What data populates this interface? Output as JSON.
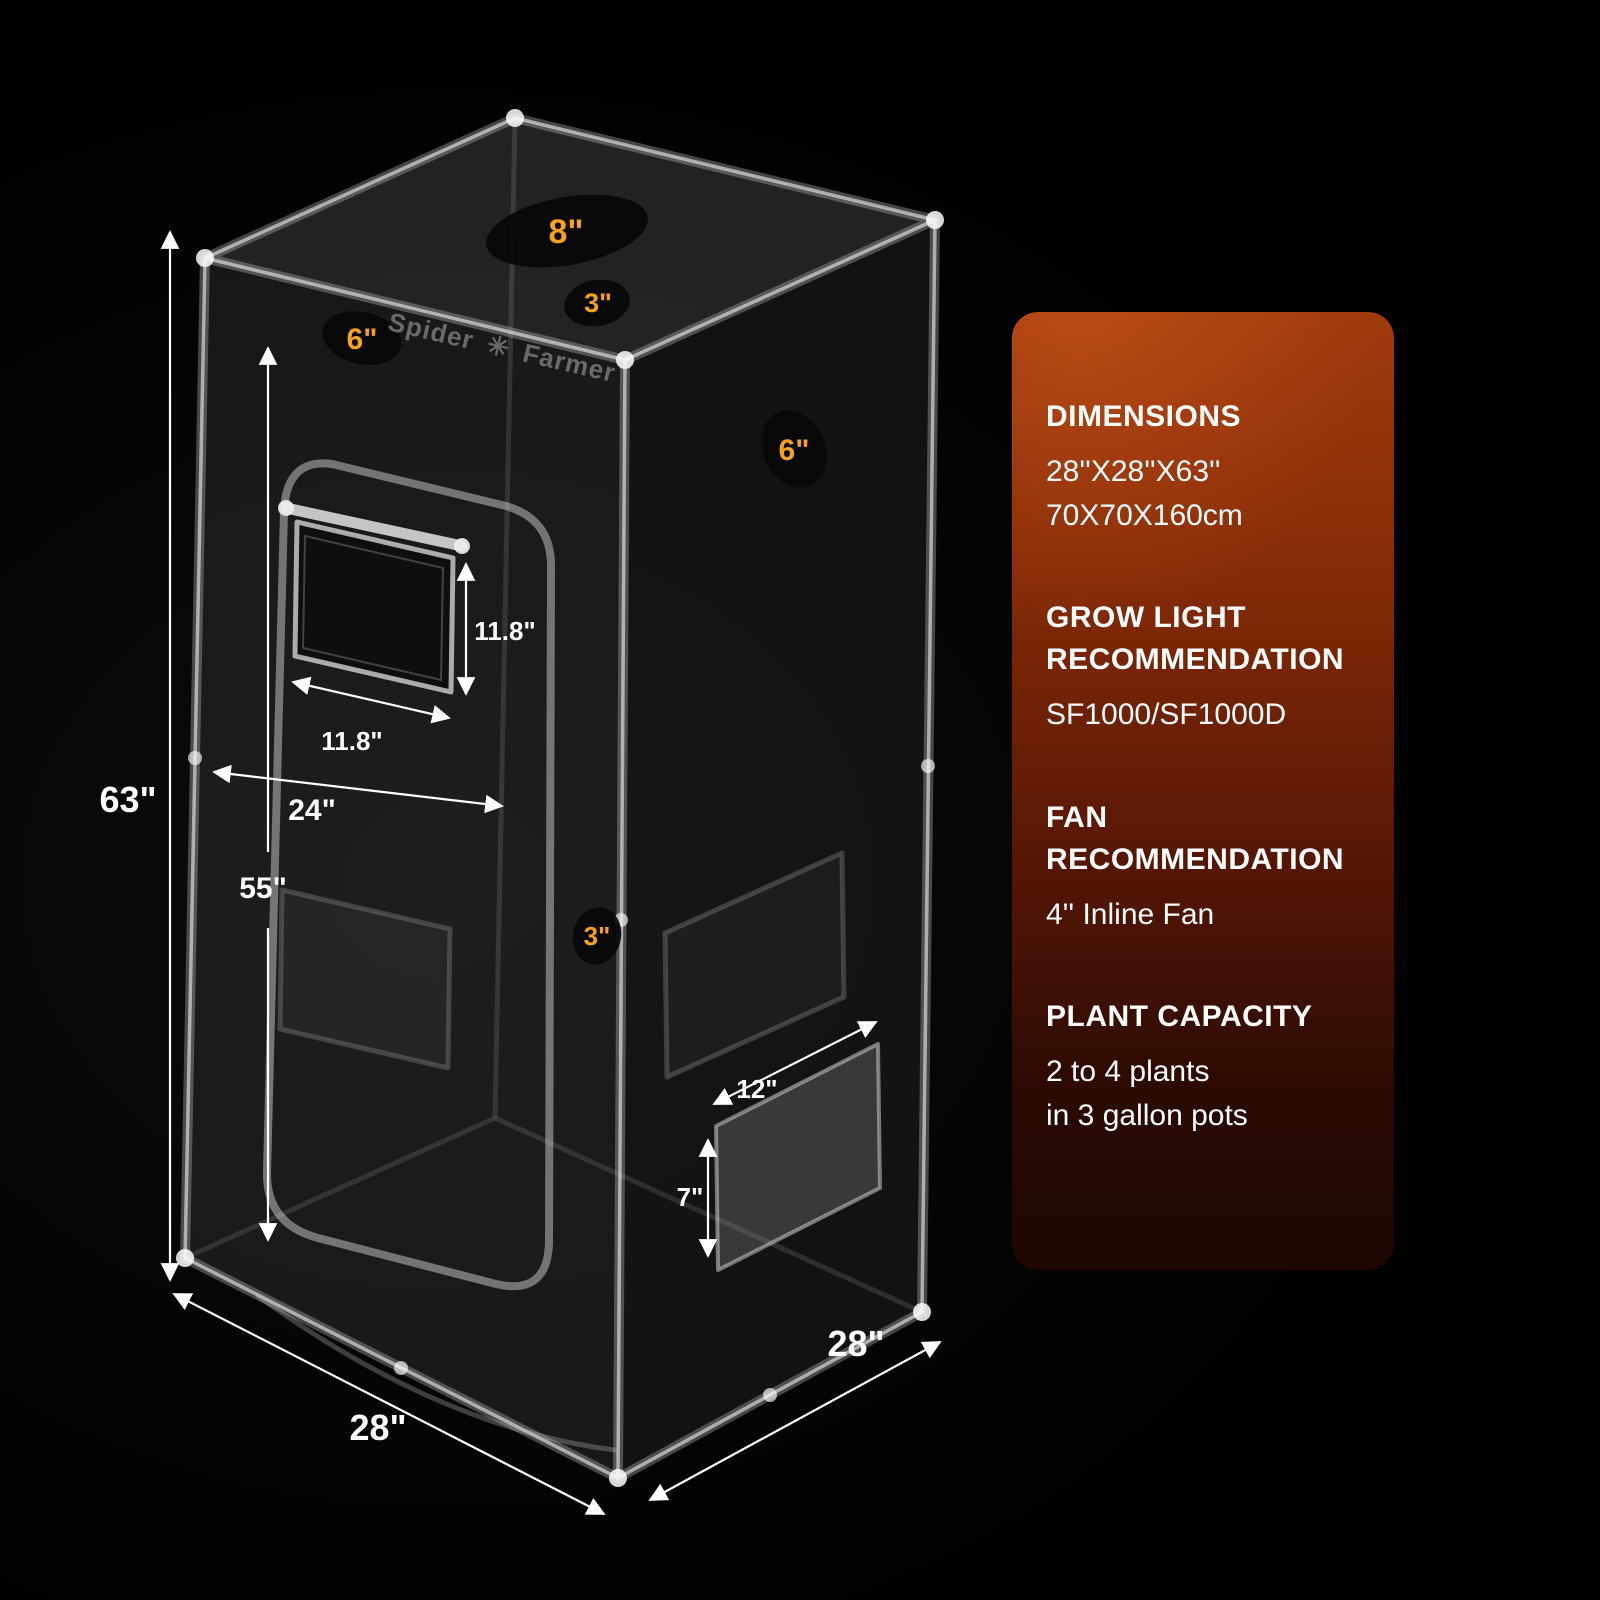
{
  "brand": {
    "word1": "Spider",
    "word2": "Farmer",
    "spider_icon_glyph": "✳"
  },
  "diagram": {
    "ports": {
      "top_main": "8\"",
      "top_small": "3\"",
      "left_upper": "6\"",
      "right_side": "6\"",
      "front_lower": "3\""
    },
    "dims": {
      "height": "63\"",
      "front_width": "28\"",
      "side_depth": "28\"",
      "inner_width": "24\"",
      "inner_height": "55\"",
      "window_width": "11.8\"",
      "window_height": "11.8\"",
      "duct_width": "12\"",
      "duct_height": "7\""
    }
  },
  "panel": {
    "dimensions": {
      "heading": "DIMENSIONS",
      "line1": "28''X28''X63''",
      "line2": "70X70X160cm"
    },
    "grow_light": {
      "heading": "GROW LIGHT RECOMMENDATION",
      "line1": "SF1000/SF1000D"
    },
    "fan": {
      "heading": "FAN RECOMMENDATION",
      "line1": "4'' Inline Fan"
    },
    "plant_capacity": {
      "heading": "PLANT CAPACITY",
      "line1": "2 to 4 plants",
      "line2": "in 3 gallon pots"
    }
  },
  "colors": {
    "accent_orange": "#f6a21c",
    "panel_gradient_top": "#a03a0d",
    "panel_gradient_bottom": "#1d0602"
  }
}
